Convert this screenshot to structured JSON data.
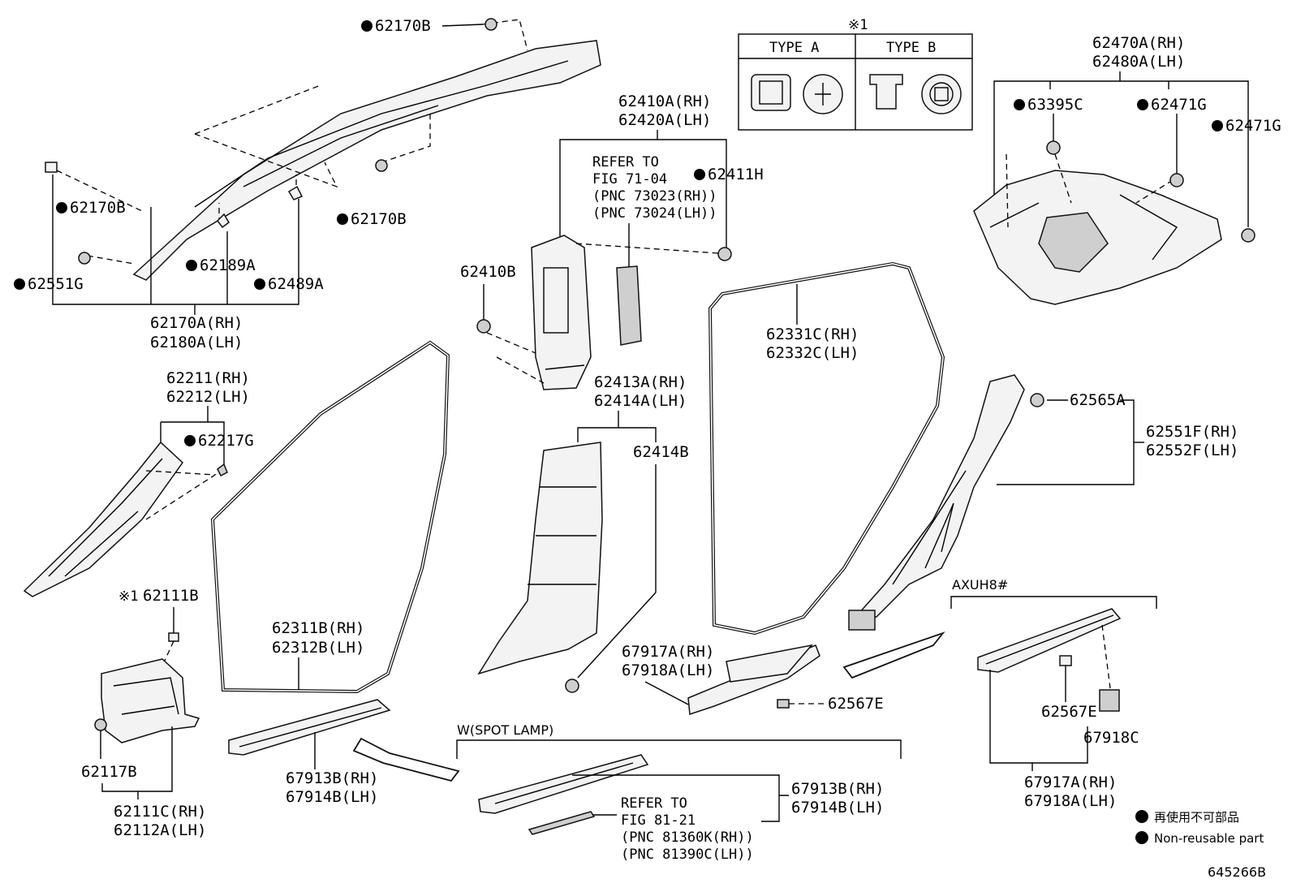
{
  "labels": {
    "c62170B_top": "62170B",
    "c62170B_left": "62170B",
    "c62170B_mid": "62170B",
    "c62551G": "62551G",
    "c62189A": "62189A",
    "c62489A": "62489A",
    "p62170A": "62170A(RH)",
    "p62180A": "62180A(LH)",
    "p62211": "62211(RH)",
    "p62212": "62212(LH)",
    "c62217G": "62217G",
    "note_mark": "※1",
    "c62111B": "62111B",
    "c62117B": "62117B",
    "p62111C": "62111C(RH)",
    "p62112A": "62112A(LH)",
    "p62311B": "62311B(RH)",
    "p62312B": "62312B(LH)",
    "p67913B_l": "67913B(RH)",
    "p67914B_l": "67914B(LH)",
    "p62410A": "62410A(RH)",
    "p62420A": "62420A(LH)",
    "refer1_a": "REFER TO",
    "refer1_b": "FIG 71-04",
    "refer1_c": "(PNC 73023(RH))",
    "refer1_d": "(PNC 73024(LH))",
    "c62411H": "62411H",
    "p62410B": "62410B",
    "p62413A": "62413A(RH)",
    "p62414A": "62414A(LH)",
    "p62414B": "62414B",
    "p62331C": "62331C(RH)",
    "p62332C": "62332C(LH)",
    "p62565A": "62565A",
    "p62551F": "62551F(RH)",
    "p62552F": "62552F(LH)",
    "p67917A_m": "67917A(RH)",
    "p67918A_m": "67918A(LH)",
    "p62567E_m": "62567E",
    "spot_lamp": "W(SPOT LAMP)",
    "p67913B_r": "67913B(RH)",
    "p67914B_r": "67914B(LH)",
    "refer2_a": "REFER TO",
    "refer2_b": "FIG 81-21",
    "refer2_c": "(PNC 81360K(RH))",
    "refer2_d": "(PNC 81390C(LH))",
    "axuh8": "AXUH8#",
    "p62567E_r": "62567E",
    "p67918C": "67918C",
    "p67917A_r": "67917A(RH)",
    "p67918A_r": "67918A(LH)",
    "p62470A": "62470A(RH)",
    "p62480A": "62480A(LH)",
    "c63395C": "63395C",
    "c62471G_a": "62471G",
    "c62471G_b": "62471G",
    "type_mark": "※1",
    "type_a": "TYPE A",
    "type_b": "TYPE B",
    "legend_jp": "再使用不可部品",
    "legend_en": "Non-reusable part",
    "figure_id": "645266B"
  }
}
